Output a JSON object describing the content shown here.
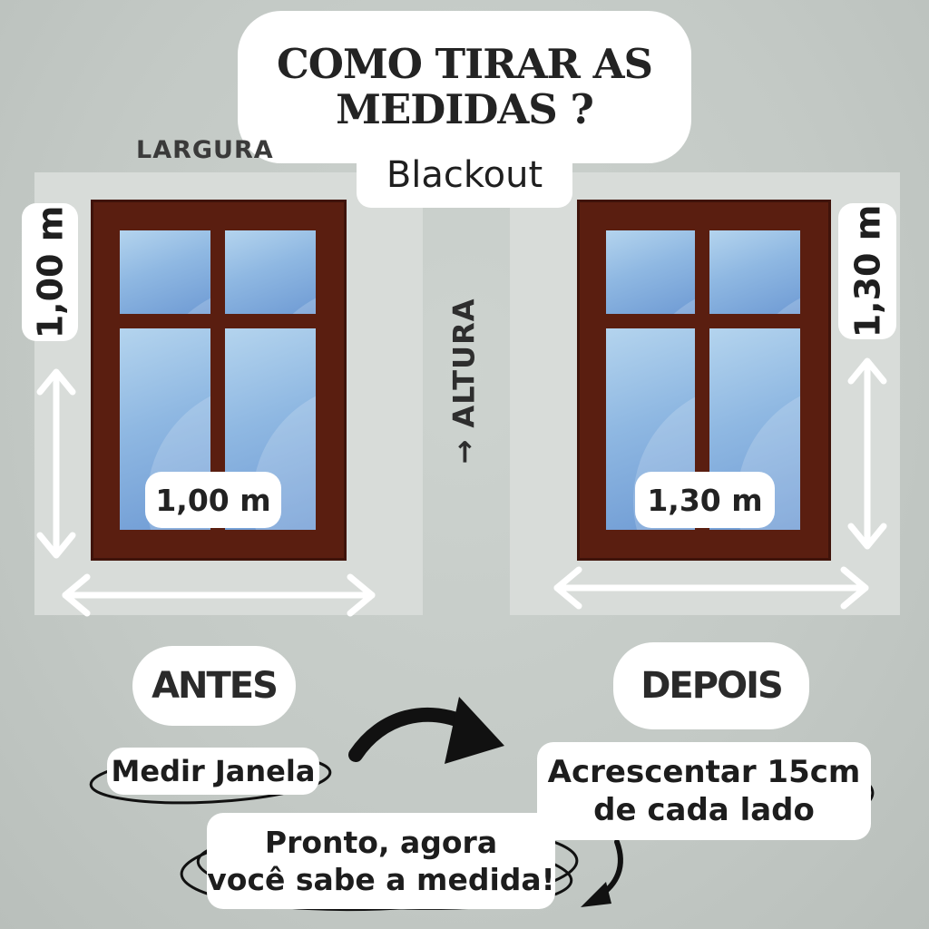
{
  "title": {
    "line1": "COMO TIRAR AS",
    "line2": "MEDIDAS ?"
  },
  "subtitle": "Blackout",
  "largura_label": "LARGURA",
  "altura_label": "ALTURA",
  "altura_arrow": "→",
  "left_window": {
    "height_label": "1,00 m",
    "width_label": "1,00 m"
  },
  "right_window": {
    "height_label": "1,30 m",
    "width_label": "1,30 m"
  },
  "before": {
    "label": "ANTES",
    "caption": "Medir Janela"
  },
  "after": {
    "label": "DEPOIS",
    "caption_line1": "Acrescentar 15cm",
    "caption_line2": "de cada lado"
  },
  "final": {
    "line1": "Pronto, agora",
    "line2": "você sabe a medida!"
  },
  "colors": {
    "frame": "#5a1e10",
    "glass": "#8fb8e2",
    "background": "#c6ccc8",
    "arrows": "#ffffff",
    "ink": "#1a1a1a"
  }
}
